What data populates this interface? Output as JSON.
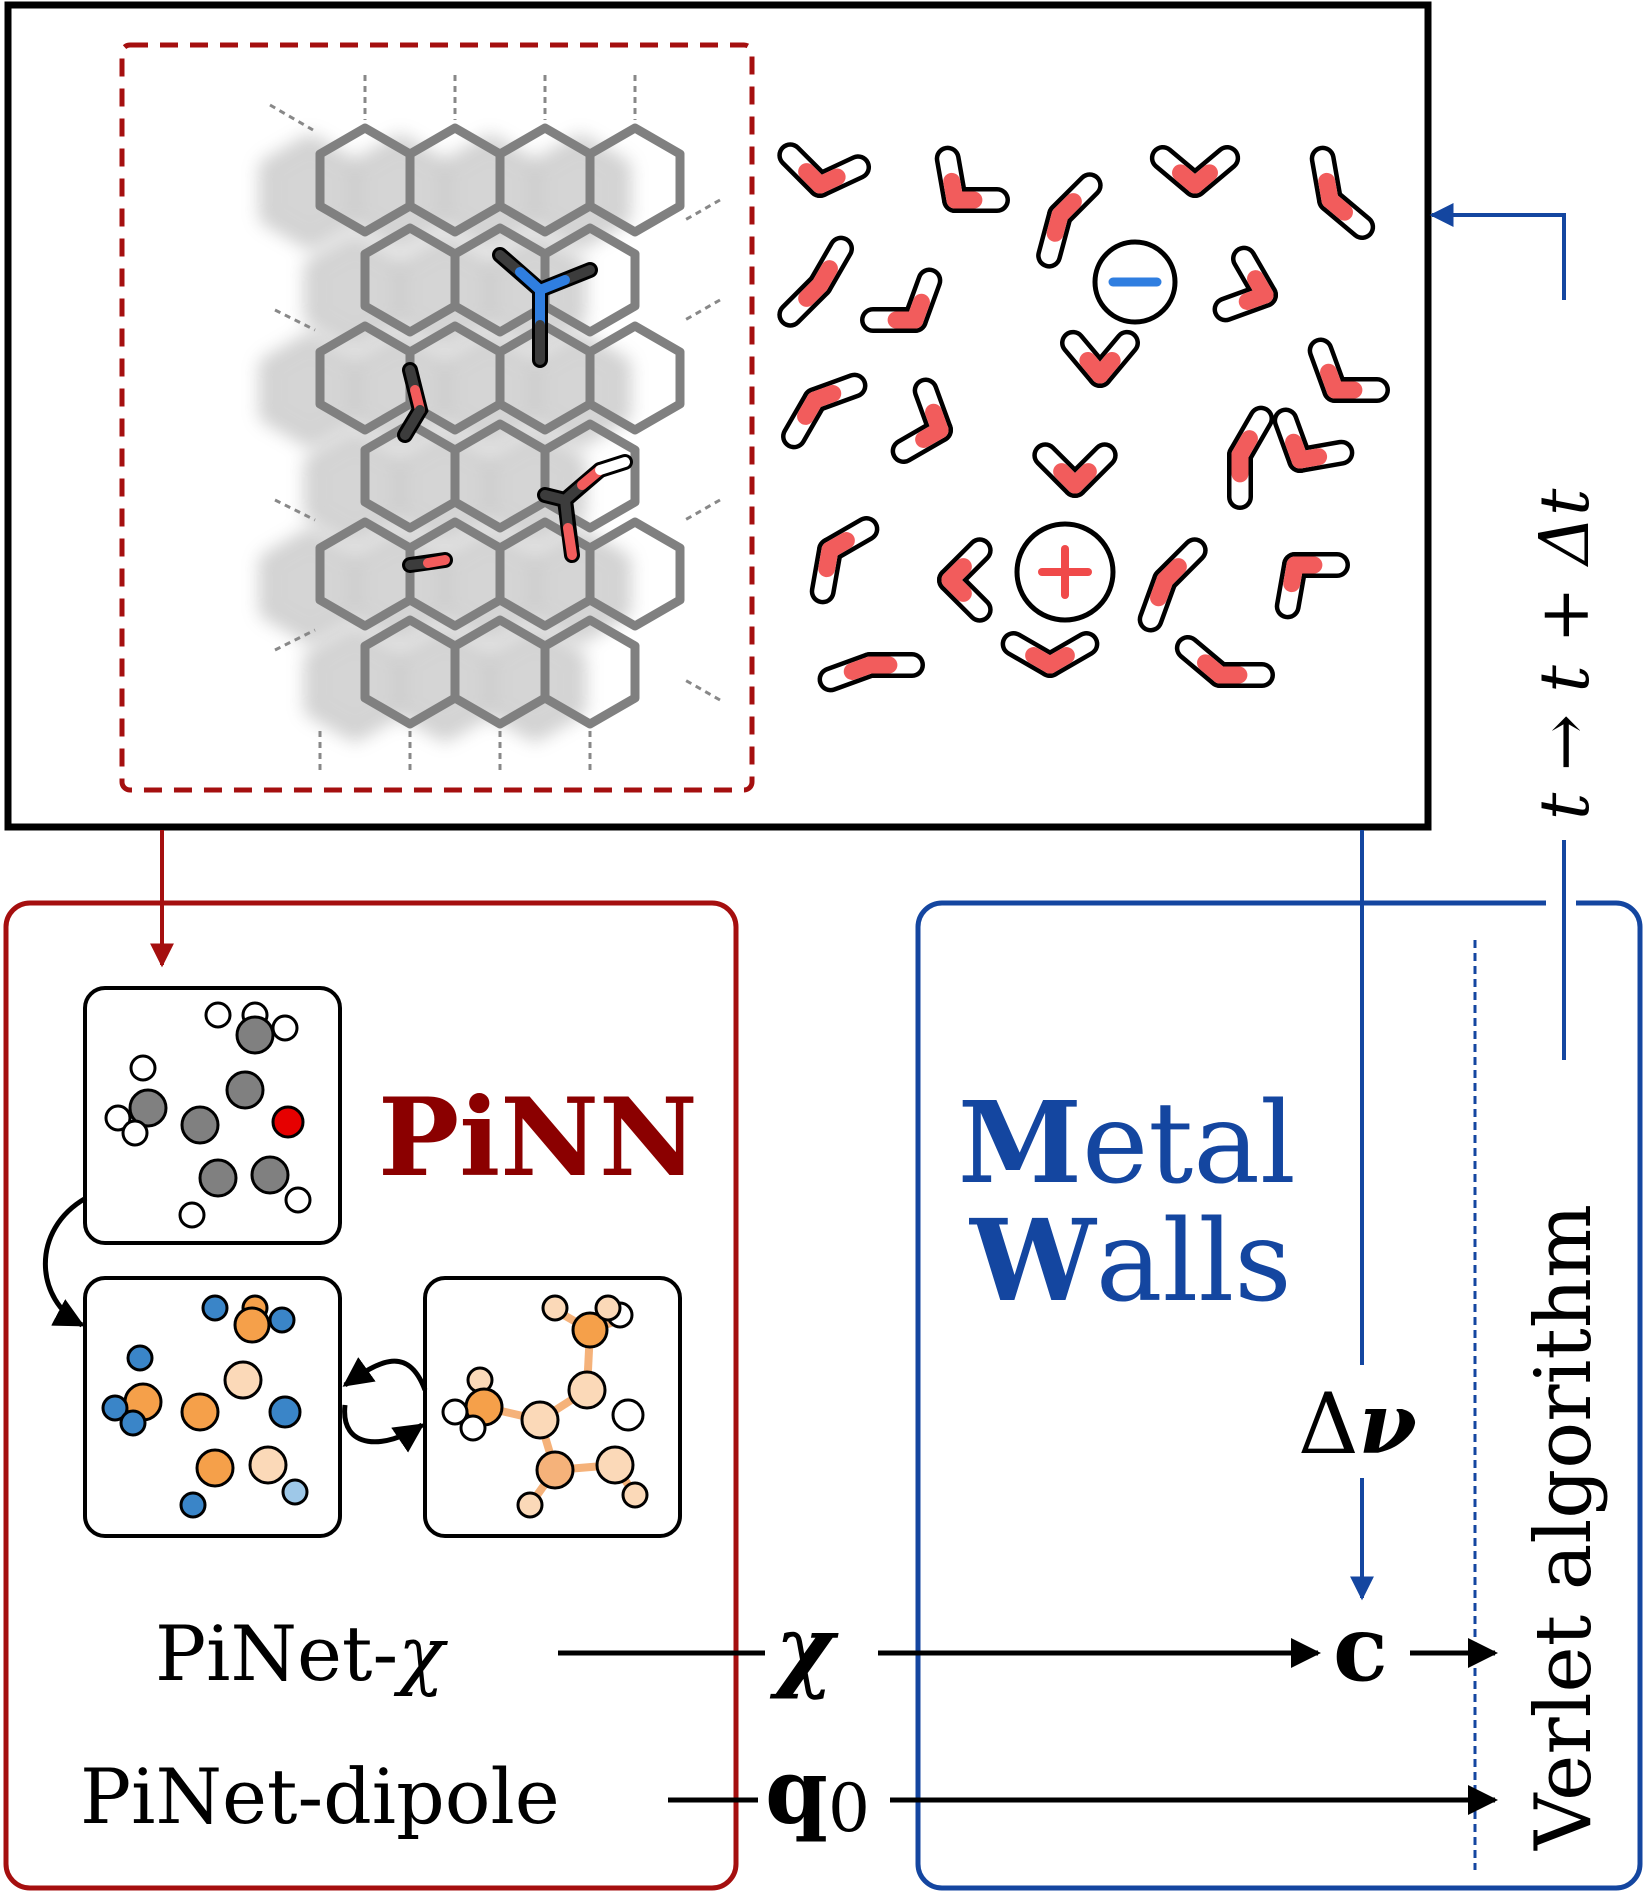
{
  "pinn": {
    "title": "PiNN",
    "pinet_chi_label": "PiNet-",
    "pinet_chi_symbol": "χ",
    "pinet_dipole_label": "PiNet-dipole"
  },
  "metalwalls": {
    "title_line1_initial": "M",
    "title_line1_rest": "etal",
    "title_line2_initial": "W",
    "title_line2_rest": "alls"
  },
  "symbols": {
    "chi": "χ",
    "q": "q",
    "q_subscript": "0",
    "c": "c",
    "delta_nu_delta": "Δ",
    "delta_nu_nu": "ν"
  },
  "side_labels": {
    "time_step": "t → t + Δt",
    "verlet": "Verlet algorithm"
  },
  "ions": {
    "anion_sign": "−",
    "cation_sign": "+"
  },
  "colors": {
    "pinn_red": "#a50f0f",
    "metalwalls_blue": "#1446a0",
    "oxygen_red": "#f25c5c",
    "nitrogen_blue": "#2f7ee0",
    "graphene_gray": "#808080",
    "anion_blue": "#2f7ee0",
    "cation_red": "#f04a4a",
    "atom_orange": "#f5a04a",
    "atom_peach": "#fbd9b8",
    "atom_blue": "#3a85c8",
    "atom_red": "#e60000"
  }
}
